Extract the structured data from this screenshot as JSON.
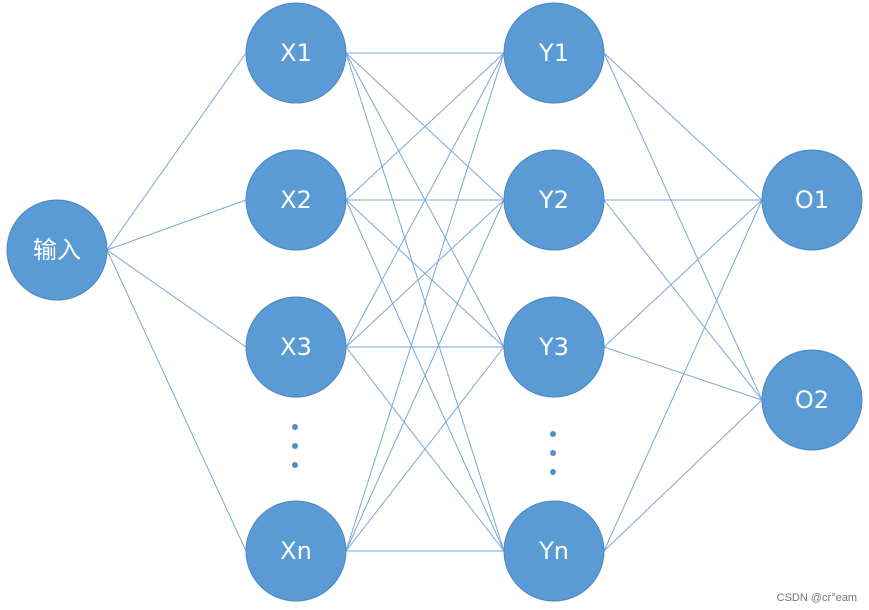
{
  "diagram": {
    "nodes": [
      {
        "id": "input",
        "label": "输入",
        "layer": 0
      },
      {
        "id": "x1",
        "label": "X1",
        "layer": 1
      },
      {
        "id": "x2",
        "label": "X2",
        "layer": 1
      },
      {
        "id": "x3",
        "label": "X3",
        "layer": 1
      },
      {
        "id": "xn",
        "label": "Xn",
        "layer": 1
      },
      {
        "id": "y1",
        "label": "Y1",
        "layer": 2
      },
      {
        "id": "y2",
        "label": "Y2",
        "layer": 2
      },
      {
        "id": "y3",
        "label": "Y3",
        "layer": 2
      },
      {
        "id": "yn",
        "label": "Yn",
        "layer": 2
      },
      {
        "id": "o1",
        "label": "O1",
        "layer": 3
      },
      {
        "id": "o2",
        "label": "O2",
        "layer": 3
      }
    ],
    "edges": [
      [
        "input",
        "x1"
      ],
      [
        "input",
        "x2"
      ],
      [
        "input",
        "x3"
      ],
      [
        "input",
        "xn"
      ],
      [
        "x1",
        "y1"
      ],
      [
        "x1",
        "y2"
      ],
      [
        "x1",
        "y3"
      ],
      [
        "x1",
        "yn"
      ],
      [
        "x2",
        "y1"
      ],
      [
        "x2",
        "y2"
      ],
      [
        "x2",
        "y3"
      ],
      [
        "x2",
        "yn"
      ],
      [
        "x3",
        "y1"
      ],
      [
        "x3",
        "y2"
      ],
      [
        "x3",
        "y3"
      ],
      [
        "x3",
        "yn"
      ],
      [
        "xn",
        "y1"
      ],
      [
        "xn",
        "y2"
      ],
      [
        "xn",
        "y3"
      ],
      [
        "xn",
        "yn"
      ],
      [
        "y1",
        "o1"
      ],
      [
        "y1",
        "o2"
      ],
      [
        "y2",
        "o1"
      ],
      [
        "y2",
        "o2"
      ],
      [
        "y3",
        "o1"
      ],
      [
        "y3",
        "o2"
      ],
      [
        "yn",
        "o1"
      ],
      [
        "yn",
        "o2"
      ]
    ],
    "colors": {
      "node_fill": "#5b9bd5",
      "edge": "#7aa7d6",
      "label": "#ffffff"
    }
  },
  "watermark": "CSDN @cr°eam"
}
